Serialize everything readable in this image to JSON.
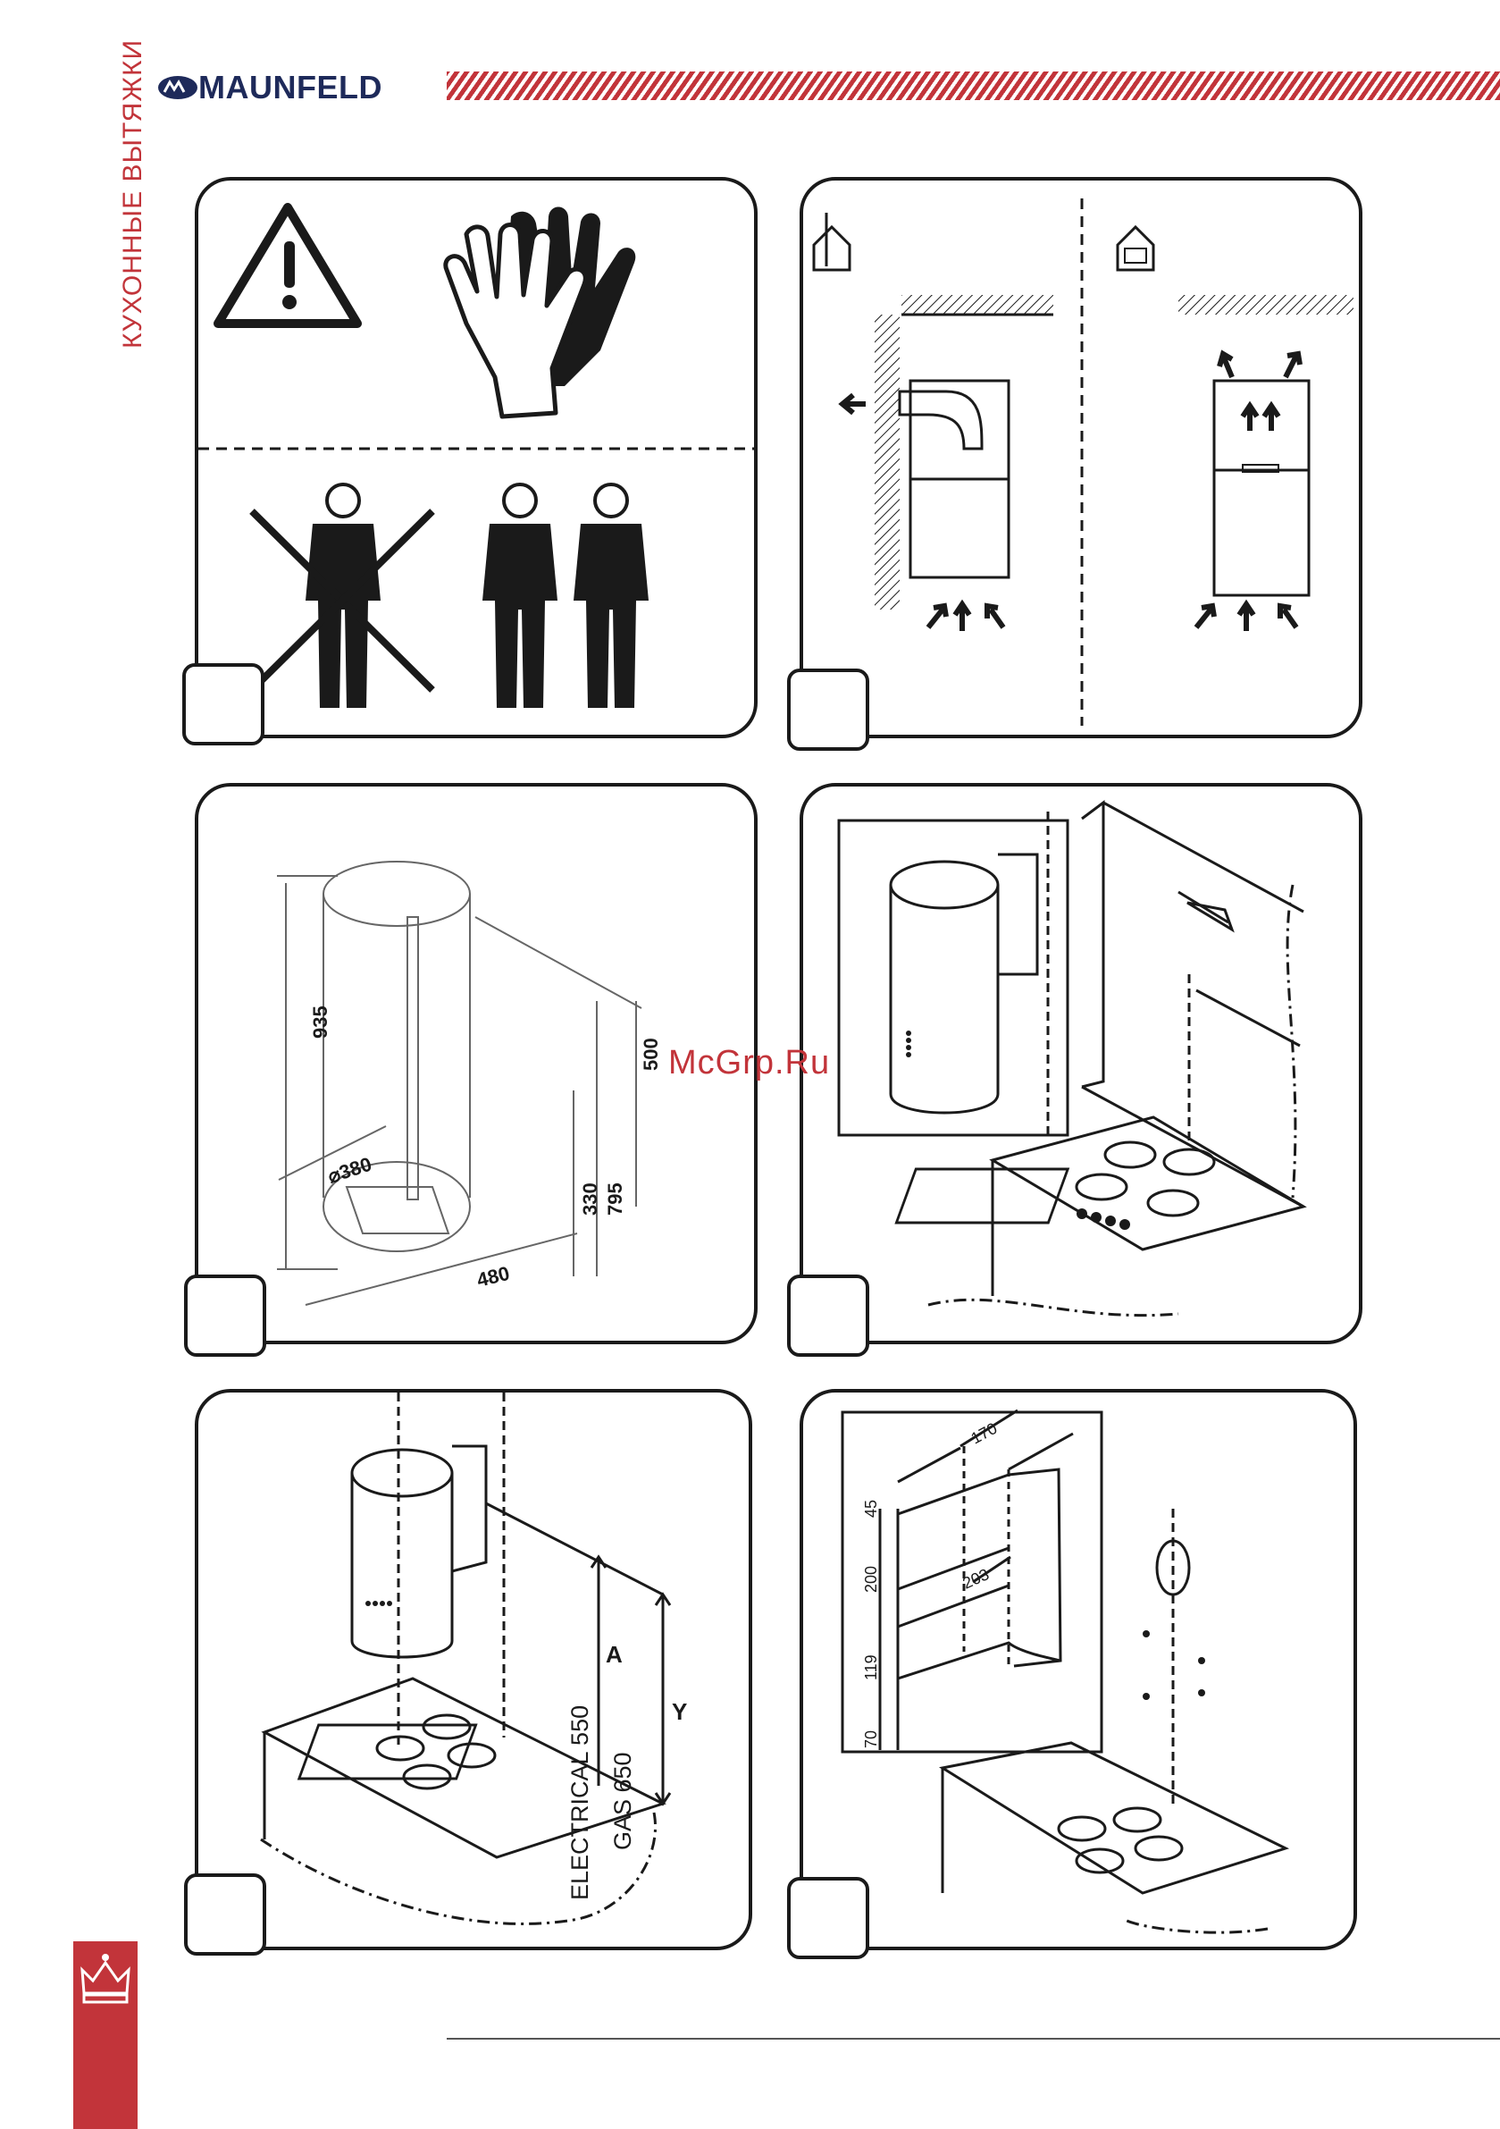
{
  "header": {
    "brand": "MAUNFELD",
    "side_title": "КУХОННЫЕ ВЫТЯЖКИ",
    "accent_color": "#c2343a",
    "brand_color": "#1e2a5a"
  },
  "watermark": "McGrp.Ru",
  "dimensions_panel": {
    "height_total": "935",
    "height_upper": "500",
    "height_lower": "330",
    "height_mid": "795",
    "diameter": "⌀380",
    "depth": "480"
  },
  "height_panel": {
    "label_a": "A",
    "label_y": "Y",
    "electrical": "ELECTRICAL 550",
    "gas": "GAS 650"
  },
  "template_panel": {
    "d170": "170",
    "d45": "45",
    "d200": "200",
    "d203": "203",
    "d119": "119",
    "d70": "70"
  }
}
